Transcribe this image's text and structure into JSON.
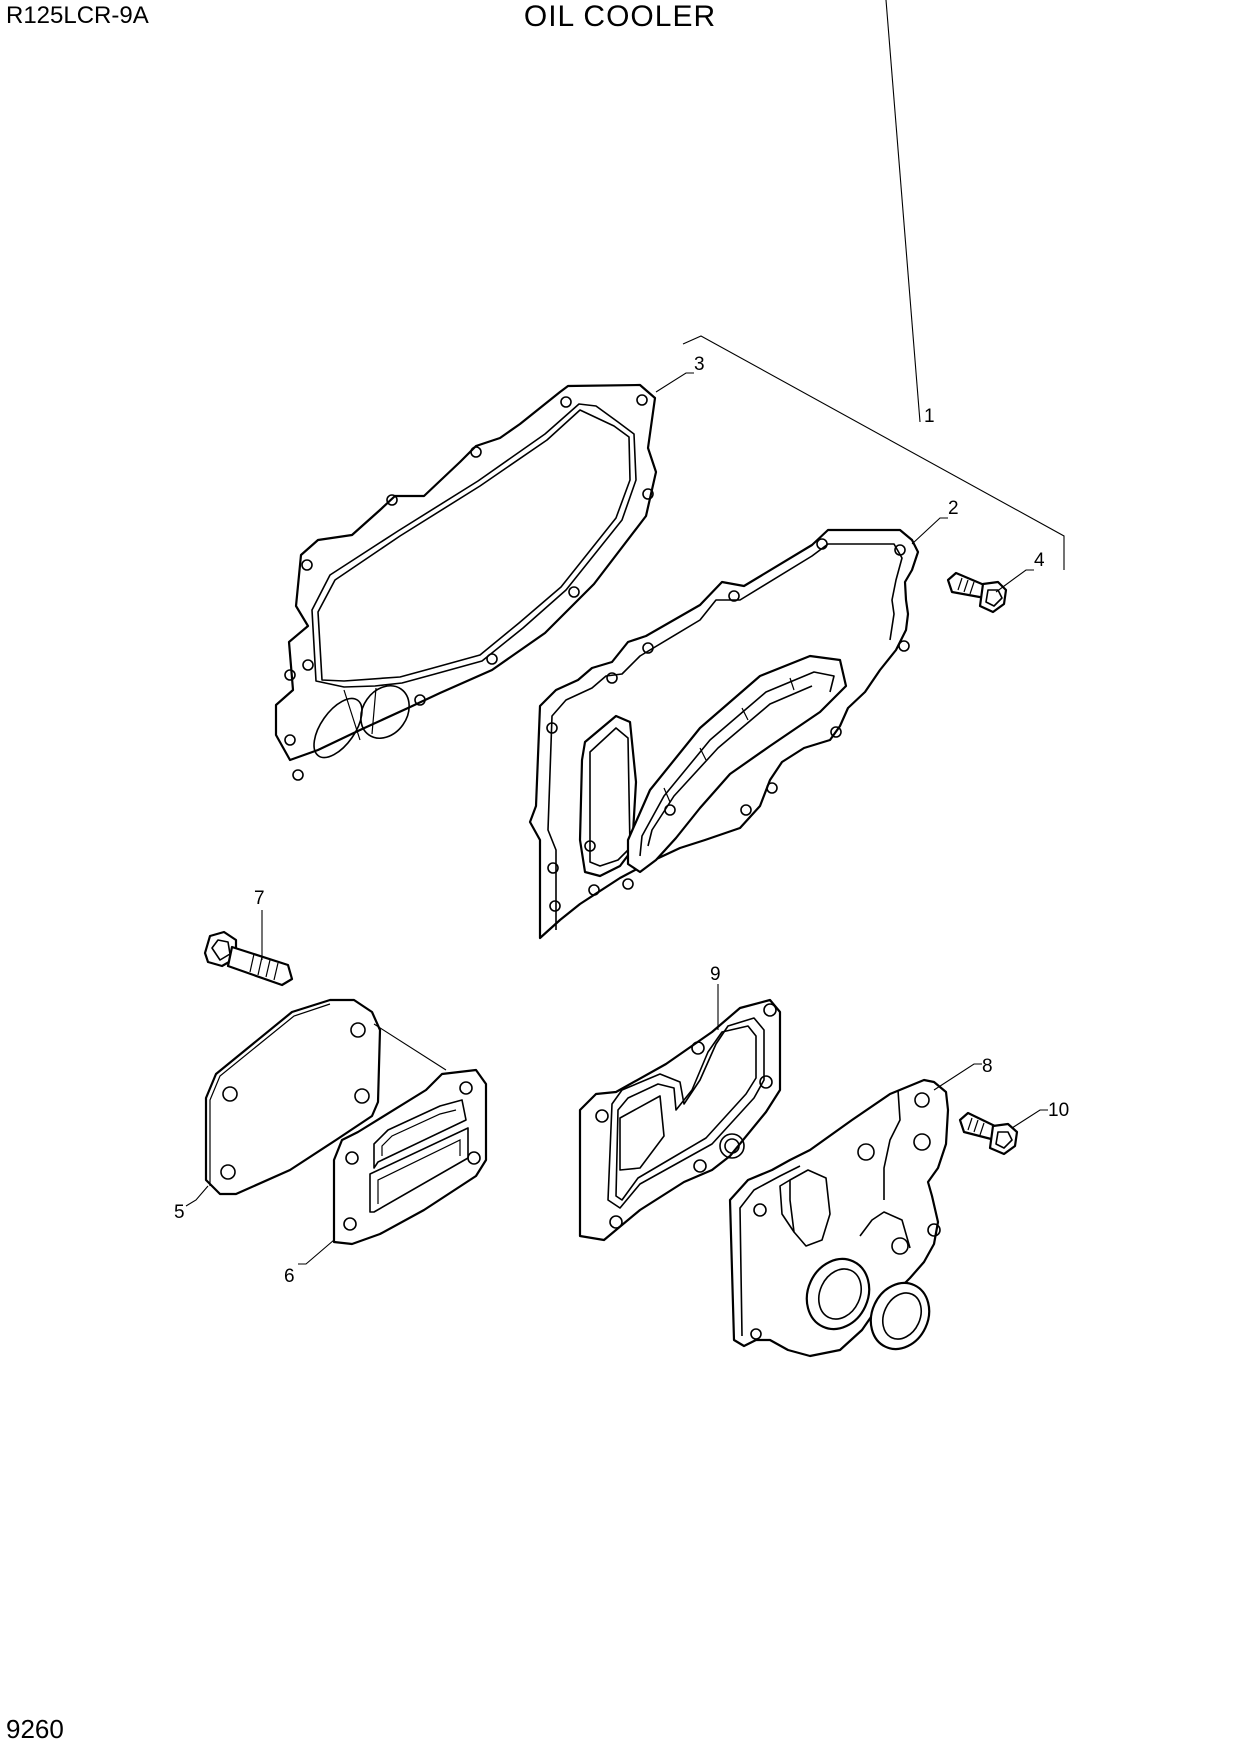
{
  "header": {
    "model": "R125LCR-9A",
    "title": "OIL COOLER"
  },
  "footer": {
    "page_number": "9260"
  },
  "callouts": {
    "c1": "1",
    "c2": "2",
    "c3": "3",
    "c4": "4",
    "c5": "5",
    "c6": "6",
    "c7": "7",
    "c8": "8",
    "c9": "9",
    "c10": "10"
  }
}
